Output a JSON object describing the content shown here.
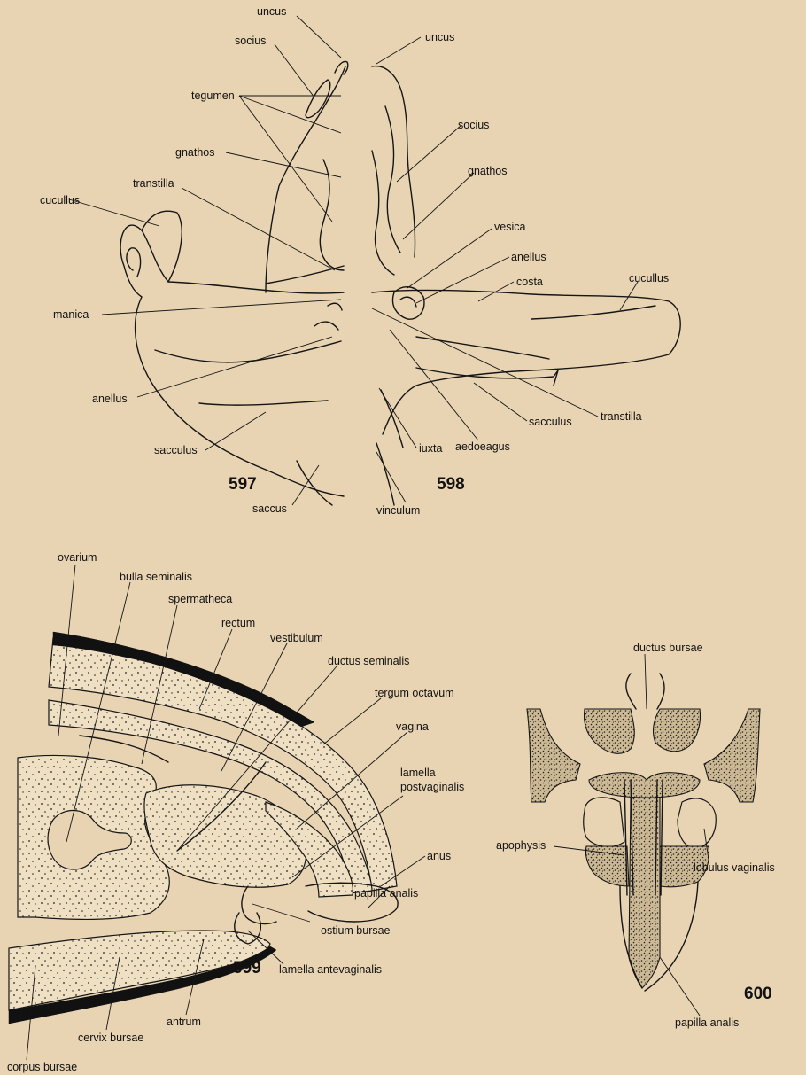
{
  "figures": {
    "597": {
      "number": "597",
      "labels": {
        "uncus": "uncus",
        "socius": "socius",
        "tegumen": "tegumen",
        "gnathos": "gnathos",
        "transtilla": "transtilla",
        "cucullus": "cucullus",
        "manica": "manica",
        "anellus": "anellus",
        "sacculus": "sacculus",
        "saccus": "saccus"
      }
    },
    "598": {
      "number": "598",
      "labels": {
        "uncus": "uncus",
        "socius": "socius",
        "gnathos": "gnathos",
        "vesica": "vesica",
        "anellus": "anellus",
        "costa": "costa",
        "cucullus": "cucullus",
        "sacculus": "sacculus",
        "transtilla": "transtilla",
        "aedoeagus": "aedoeagus",
        "iuxta": "iuxta",
        "vinculum": "vinculum"
      }
    },
    "599": {
      "number": "599",
      "labels": {
        "ovarium": "ovarium",
        "bulla_seminalis": "bulla seminalis",
        "spermatheca": "spermatheca",
        "rectum": "rectum",
        "vestibulum": "vestibulum",
        "ductus_seminalis": "ductus seminalis",
        "tergum_octavum": "tergum octavum",
        "vagina": "vagina",
        "lamella_postvaginalis_1": "lamella",
        "lamella_postvaginalis_2": "postvaginalis",
        "anus": "anus",
        "papilla_analis": "papilla analis",
        "ostium_bursae": "ostium bursae",
        "lamella_antevaginalis": "lamella antevaginalis",
        "antrum": "antrum",
        "cervix_bursae": "cervix bursae",
        "corpus_bursae": "corpus bursae"
      }
    },
    "600": {
      "number": "600",
      "labels": {
        "ductus_bursae": "ductus bursae",
        "apophysis": "apophysis",
        "lobulus_vaginalis": "lobulus vaginalis",
        "papilla_analis": "papilla analis"
      }
    }
  },
  "colors": {
    "paper": "#e8d4b2",
    "ink": "#151515"
  }
}
